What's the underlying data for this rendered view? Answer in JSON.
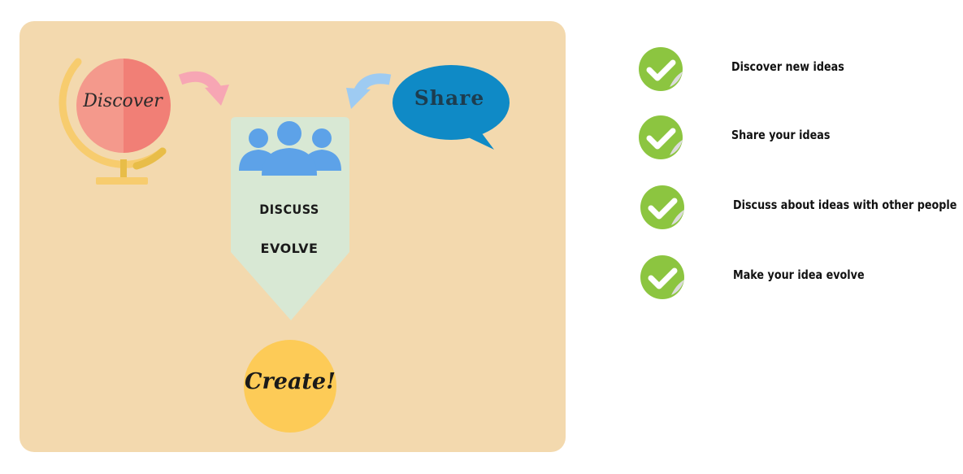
{
  "colors": {
    "panel_background": "#f3d9ae",
    "globe_left": "#f4998c",
    "globe_right": "#f17f76",
    "globe_stand": "#f7cc6e",
    "globe_stand_dark": "#e8bd48",
    "arrow_pink": "#f7a6b4",
    "arrow_blue": "#9ecbf2",
    "share_bubble": "#0f8ac6",
    "discuss_card": "#d8e8d4",
    "people_icon": "#5da2e8",
    "create_circle": "#fdcb57",
    "check_green": "#8cc540"
  },
  "diagram": {
    "discover": "Discover",
    "share": "Share",
    "discuss": "DISCUSS",
    "evolve": "EVOLVE",
    "create": "Create!",
    "icons": [
      "globe-icon",
      "curved-arrow-icon",
      "speech-bubble-icon",
      "people-group-icon"
    ]
  },
  "checklist": {
    "icon": "check-sticker-icon",
    "items": [
      {
        "label": "Discover new ideas"
      },
      {
        "label": "Share your ideas"
      },
      {
        "label": "Discuss about ideas with other people"
      },
      {
        "label": "Make your idea evolve"
      }
    ]
  }
}
